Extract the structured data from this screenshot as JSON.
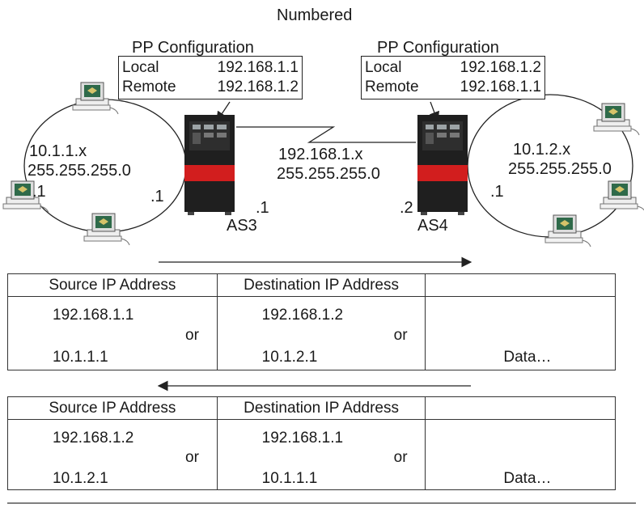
{
  "title": "Numbered",
  "as3": {
    "config_title": "PP Configuration",
    "local_label": "Local",
    "local_value": "192.168.1.1",
    "remote_label": "Remote",
    "remote_value": "192.168.1.2",
    "name": "AS3",
    "lan_net": "10.1.1.x",
    "lan_mask": "255.255.255.0",
    "lan_if": ".1",
    "pp_if": ".1",
    "pc_if": ".1"
  },
  "as4": {
    "config_title": "PP Configuration",
    "local_label": "Local",
    "local_value": "192.168.1.2",
    "remote_label": "Remote",
    "remote_value": "192.168.1.1",
    "name": "AS4",
    "lan_net": "10.1.2.x",
    "lan_mask": "255.255.255.0",
    "lan_if": ".1",
    "pp_if": ".2"
  },
  "pp_link": {
    "net": "192.168.1.x",
    "mask": "255.255.255.0"
  },
  "packets": [
    {
      "direction": "right",
      "src_header": "Source IP Address",
      "dst_header": "Destination IP Address",
      "src_primary": "192.168.1.1",
      "src_or": "or",
      "src_alt": "10.1.1.1",
      "dst_primary": "192.168.1.2",
      "dst_or": "or",
      "dst_alt": "10.1.2.1",
      "data": "Data…"
    },
    {
      "direction": "left",
      "src_header": "Source IP Address",
      "dst_header": "Destination IP Address",
      "src_primary": "192.168.1.2",
      "src_or": "or",
      "src_alt": "10.1.2.1",
      "dst_primary": "192.168.1.1",
      "dst_or": "or",
      "dst_alt": "10.1.1.1",
      "data": "Data…"
    }
  ]
}
